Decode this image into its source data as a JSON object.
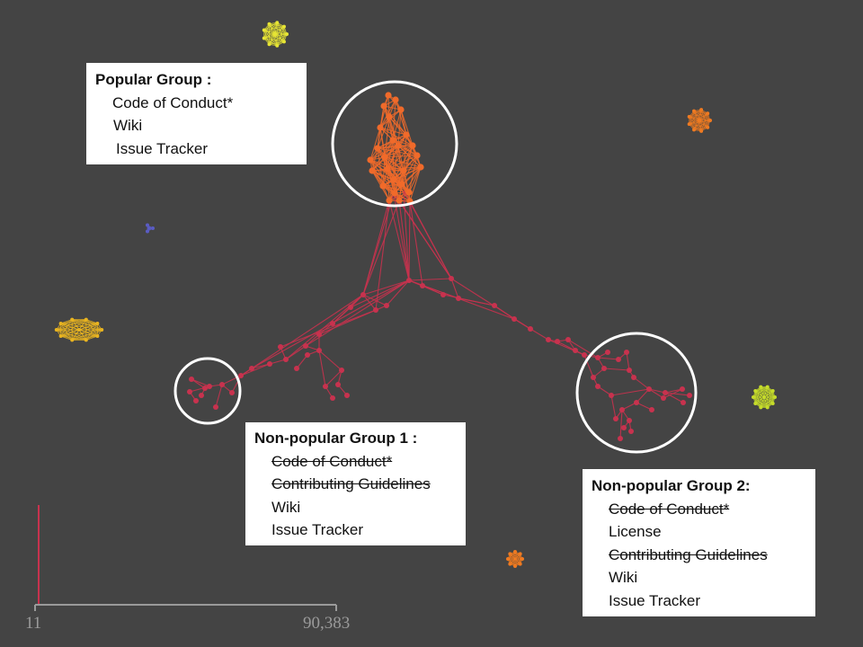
{
  "colors": {
    "background": "#444444",
    "main_cluster": "#c8324e",
    "popular_cluster": "#f06a2a",
    "highlight_ring": "#ffffff",
    "yellow_cluster": "#e7e534",
    "gold_cluster": "#e9b420",
    "orange_cluster": "#ef7a21",
    "lime_cluster": "#c6dc2a",
    "blue_cluster": "#5a5cc4",
    "scale_bar": "#c8324e",
    "scale_axis": "#9a9a9a"
  },
  "popular_group": {
    "title": "Popular Group :",
    "items": [
      {
        "label": "Code of Conduct*",
        "struck": false
      },
      {
        "label": "Wiki",
        "struck": false
      },
      {
        "label": "Issue Tracker",
        "struck": false
      }
    ]
  },
  "non_popular_group_1": {
    "title": "Non-popular Group 1 :",
    "items": [
      {
        "label": "Code of Conduct*",
        "struck": true
      },
      {
        "label": "Contributing Guidelines",
        "struck": true
      },
      {
        "label": "Wiki",
        "struck": false
      },
      {
        "label": "Issue Tracker",
        "struck": false
      }
    ]
  },
  "non_popular_group_2": {
    "title": "Non-popular Group 2:",
    "items": [
      {
        "label": "Code of Conduct*",
        "struck": true
      },
      {
        "label": "License",
        "struck": false
      },
      {
        "label": "Contributing Guidelines",
        "struck": true
      },
      {
        "label": "Wiki",
        "struck": false
      },
      {
        "label": "Issue Tracker",
        "struck": false
      }
    ]
  },
  "scale": {
    "min_label": "11",
    "max_label": "90,383"
  }
}
